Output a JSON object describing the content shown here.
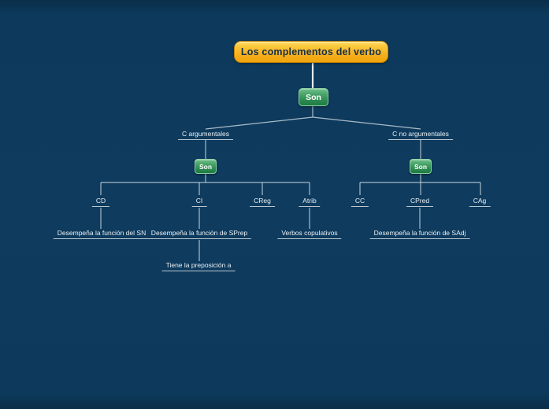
{
  "title": "Los complementos del verbo",
  "root": {
    "connector": "Son"
  },
  "branches": {
    "argumental": {
      "label": "C argumentales",
      "connector": "Son",
      "children": [
        {
          "label": "CD",
          "child": "Desempeña la función del SN"
        },
        {
          "label": "CI",
          "child": "Desempeña la función de SPrep",
          "grandchild": "Tiene la preposición a"
        },
        {
          "label": "CReg"
        },
        {
          "label": "Atrib",
          "child": "Verbos copulativos"
        }
      ]
    },
    "no_argumental": {
      "label": "C no argumentales",
      "connector": "Son",
      "children": [
        {
          "label": "CC"
        },
        {
          "label": "CPred",
          "child": "Desempeña la función de SAdj"
        },
        {
          "label": "CAg"
        }
      ]
    }
  },
  "colors": {
    "background": "#0d3a5c",
    "title_node_top": "#fbc93d",
    "title_node_bottom": "#efa30c",
    "title_text": "#173049",
    "son_node_top": "#48a368",
    "son_node_bottom": "#1e7a44",
    "connector_line": "#c6d2da",
    "label_text": "#e9f0f5",
    "label_underline": "#b9c8d2"
  }
}
